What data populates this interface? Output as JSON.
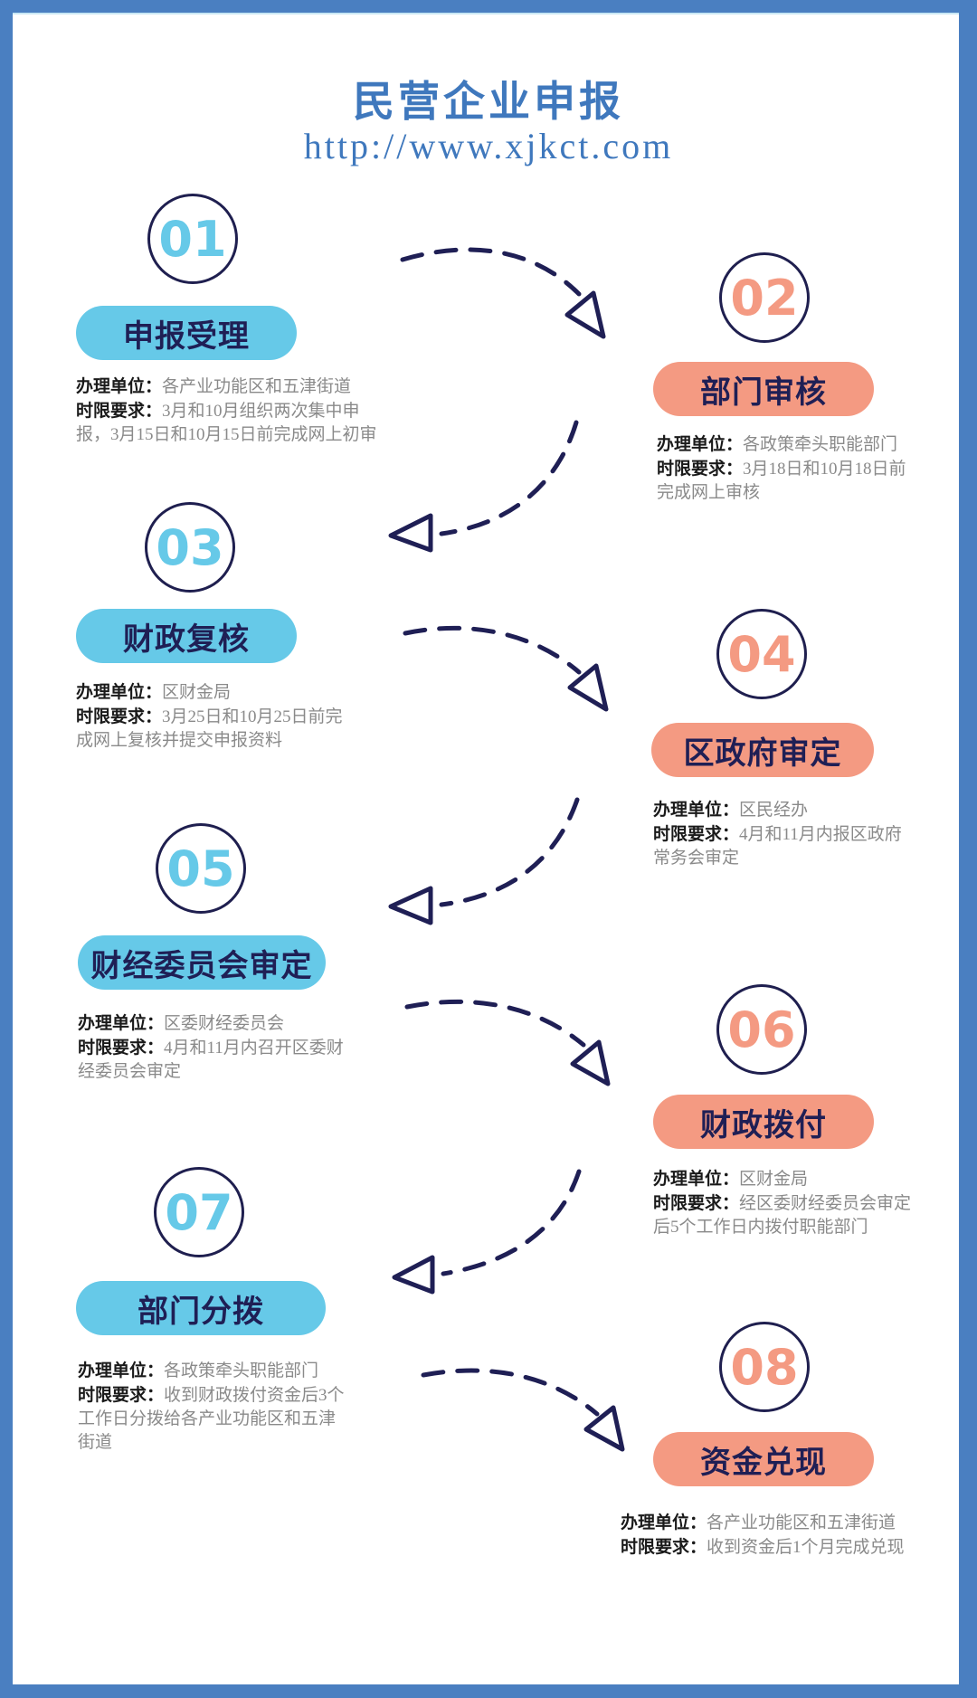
{
  "header": {
    "title": "民营企业申报",
    "url": "http://www.xjkct.com"
  },
  "colors": {
    "border": "#4a7fc1",
    "title": "#3f78bd",
    "blue_accent": "#66c9e8",
    "salmon_accent": "#f49a82",
    "navy": "#1f1f55"
  },
  "labels": {
    "unit": "办理单位：",
    "deadline": "时限要求："
  },
  "steps": [
    {
      "number": "01",
      "title": "申报受理",
      "unit": "各产业功能区和五津街道",
      "deadline_lines": [
        "3月和10月组织两次集中申",
        "报，3月15日和10月15日前完成网上初审"
      ]
    },
    {
      "number": "02",
      "title": "部门审核",
      "unit": "各政策牵头职能部门",
      "deadline_lines": [
        "3月18日和10月18日前",
        "完成网上审核"
      ]
    },
    {
      "number": "03",
      "title": "财政复核",
      "unit": "区财金局",
      "deadline_lines": [
        "3月25日和10月25日前完",
        "成网上复核并提交申报资料"
      ]
    },
    {
      "number": "04",
      "title": "区政府审定",
      "unit": "区民经办",
      "deadline_lines": [
        "4月和11月内报区政府",
        "常务会审定"
      ]
    },
    {
      "number": "05",
      "title": "财经委员会审定",
      "unit": "区委财经委员会",
      "deadline_lines": [
        "4月和11月内召开区委财",
        "经委员会审定"
      ]
    },
    {
      "number": "06",
      "title": "财政拨付",
      "unit": "区财金局",
      "deadline_lines": [
        "经区委财经委员会审定",
        "后5个工作日内拨付职能部门"
      ]
    },
    {
      "number": "07",
      "title": "部门分拨",
      "unit": "各政策牵头职能部门",
      "deadline_lines": [
        "收到财政拨付资金后3个",
        "工作日分拨给各产业功能区和五津",
        "街道"
      ]
    },
    {
      "number": "08",
      "title": "资金兑现",
      "unit": "各产业功能区和五津街道",
      "deadline_lines": [
        "收到资金后1个月完成兑现"
      ]
    }
  ]
}
